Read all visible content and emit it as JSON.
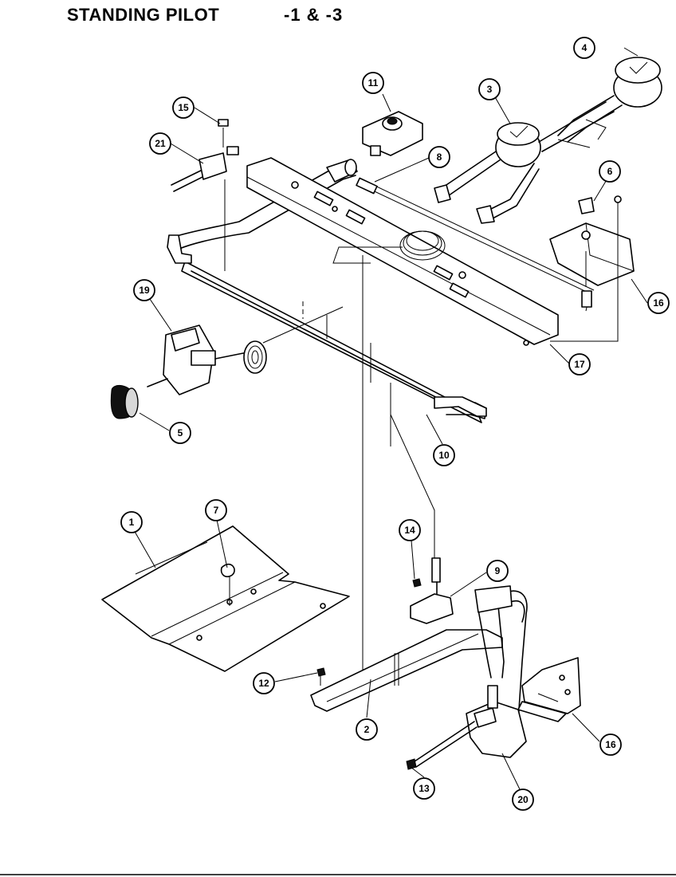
{
  "header": {
    "title": "STANDING PILOT",
    "subtitle": "-1 & -3"
  },
  "callouts": [
    {
      "id": "c1",
      "label": "1"
    },
    {
      "id": "c2",
      "label": "2"
    },
    {
      "id": "c3",
      "label": "3"
    },
    {
      "id": "c4",
      "label": "4"
    },
    {
      "id": "c5",
      "label": "5"
    },
    {
      "id": "c6",
      "label": "6"
    },
    {
      "id": "c7",
      "label": "7"
    },
    {
      "id": "c8",
      "label": "8"
    },
    {
      "id": "c9",
      "label": "9"
    },
    {
      "id": "c10",
      "label": "10"
    },
    {
      "id": "c11",
      "label": "11"
    },
    {
      "id": "c12",
      "label": "12"
    },
    {
      "id": "c13",
      "label": "13"
    },
    {
      "id": "c14",
      "label": "14"
    },
    {
      "id": "c15",
      "label": "15"
    },
    {
      "id": "c16a",
      "label": "16"
    },
    {
      "id": "c16b",
      "label": "16"
    },
    {
      "id": "c17",
      "label": "17"
    },
    {
      "id": "c19",
      "label": "19"
    },
    {
      "id": "c20",
      "label": "20"
    },
    {
      "id": "c21",
      "label": "21"
    }
  ]
}
